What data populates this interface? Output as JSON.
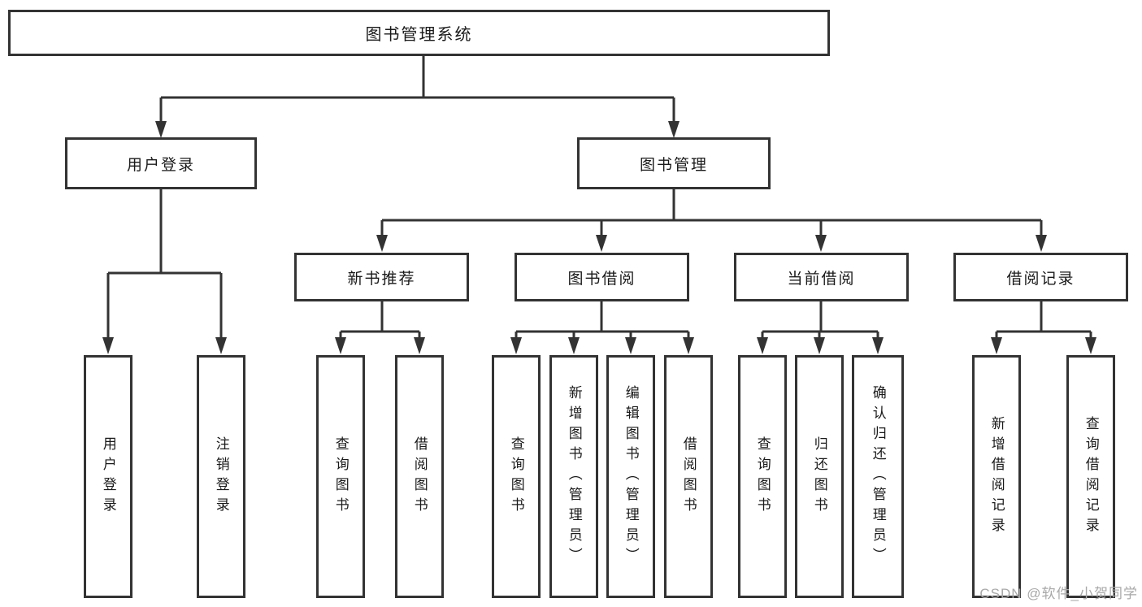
{
  "diagram": {
    "root": {
      "label": "图书管理系统"
    },
    "level2": [
      {
        "label": "用户登录"
      },
      {
        "label": "图书管理"
      }
    ],
    "level3": [
      {
        "label": "新书推荐"
      },
      {
        "label": "图书借阅"
      },
      {
        "label": "当前借阅"
      },
      {
        "label": "借阅记录"
      }
    ],
    "leaves": [
      {
        "label": "用户登录"
      },
      {
        "label": "注销登录"
      },
      {
        "label": "查询图书"
      },
      {
        "label": "借阅图书"
      },
      {
        "label": "查询图书"
      },
      {
        "label": "新增图书（管理员）"
      },
      {
        "label": "编辑图书（管理员）"
      },
      {
        "label": "借阅图书"
      },
      {
        "label": "查询图书"
      },
      {
        "label": "归还图书"
      },
      {
        "label": "确认归还（管理员）"
      },
      {
        "label": "新增借阅记录"
      },
      {
        "label": "查询借阅记录"
      }
    ]
  },
  "watermark": {
    "text": "CSDN @软件_小贺同学"
  },
  "colors": {
    "line": "#333333",
    "box_border": "#333333",
    "text": "#1a1a1a",
    "watermark": "#a8a8a8",
    "background": "#ffffff"
  }
}
